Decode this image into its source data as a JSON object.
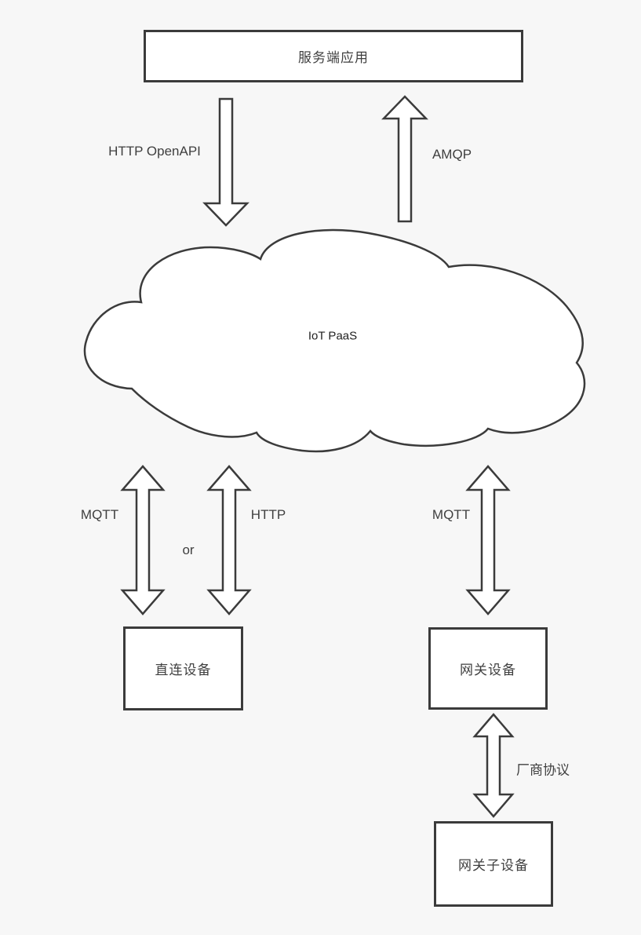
{
  "canvas": {
    "background_color": "#f7f7f7",
    "line_color": "#3b3b3b",
    "text_color": "#3f3f3f",
    "shape_fill": "#ffffff"
  },
  "nodes": {
    "server_app": {
      "label": "服务端应用"
    },
    "cloud": {
      "label": "IoT PaaS"
    },
    "direct_device": {
      "label": "直连设备"
    },
    "gateway_device": {
      "label": "网关设备"
    },
    "gateway_sub_device": {
      "label": "网关子设备"
    }
  },
  "edges": {
    "http_openapi": {
      "label": "HTTP OpenAPI",
      "direction": "down",
      "from": "server_app",
      "to": "cloud"
    },
    "amqp": {
      "label": "AMQP",
      "direction": "up",
      "from": "cloud",
      "to": "server_app"
    },
    "mqtt_left": {
      "label": "MQTT",
      "direction": "both",
      "from": "cloud",
      "to": "direct_device"
    },
    "or_connector": {
      "label": "or"
    },
    "http_left": {
      "label": "HTTP",
      "direction": "both",
      "from": "cloud",
      "to": "direct_device"
    },
    "mqtt_right": {
      "label": "MQTT",
      "direction": "both",
      "from": "cloud",
      "to": "gateway_device"
    },
    "vendor_protocol": {
      "label": "厂商协议",
      "direction": "both",
      "from": "gateway_device",
      "to": "gateway_sub_device"
    }
  }
}
